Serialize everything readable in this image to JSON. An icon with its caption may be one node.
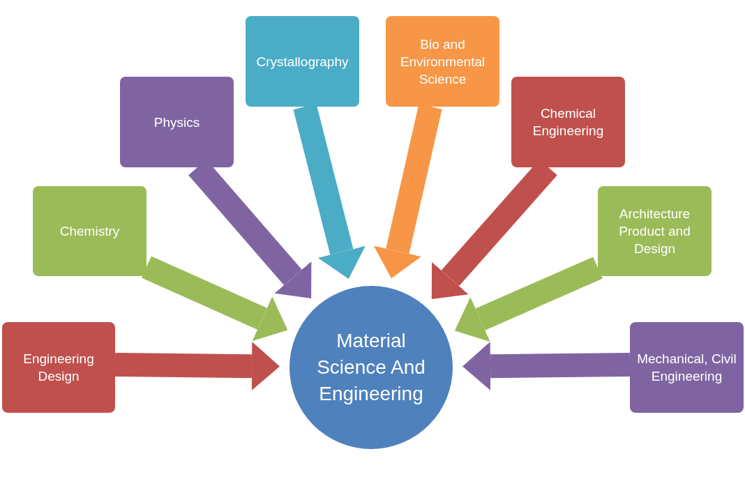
{
  "diagram": {
    "nodes": [
      {
        "text": [
          "Material Science And Engineering"
        ]
      },
      {
        "text": [
          "Engineering Design"
        ]
      },
      {
        "text": [
          "Chemistry"
        ]
      },
      {
        "text": [
          "Physics"
        ]
      },
      {
        "text": [
          "Crystallography"
        ]
      },
      {
        "text": [
          "Bio and Environmental Science"
        ]
      },
      {
        "text": [
          "Chemical Engineering"
        ]
      },
      {
        "text": [
          "Architecture Product and Design"
        ]
      },
      {
        "text": [
          "Mechanical, Civil Engineering"
        ]
      }
    ],
    "edges": [
      {
        "from": 1,
        "to": 0,
        "arrow": "to",
        "color": "#c0504d"
      },
      {
        "from": 2,
        "to": 0,
        "arrow": "to",
        "color": "#9bbb59"
      },
      {
        "from": 3,
        "to": 0,
        "arrow": "to",
        "color": "#8064a2"
      },
      {
        "from": 4,
        "to": 0,
        "arrow": "to",
        "color": "#4bacc6"
      },
      {
        "from": 5,
        "to": 0,
        "arrow": "to",
        "color": "#f79646"
      },
      {
        "from": 6,
        "to": 0,
        "arrow": "to",
        "color": "#c0504d"
      },
      {
        "from": 7,
        "to": 0,
        "arrow": "to",
        "color": "#9bbb59"
      },
      {
        "from": 8,
        "to": 0,
        "arrow": "to",
        "color": "#8064a2"
      }
    ]
  }
}
